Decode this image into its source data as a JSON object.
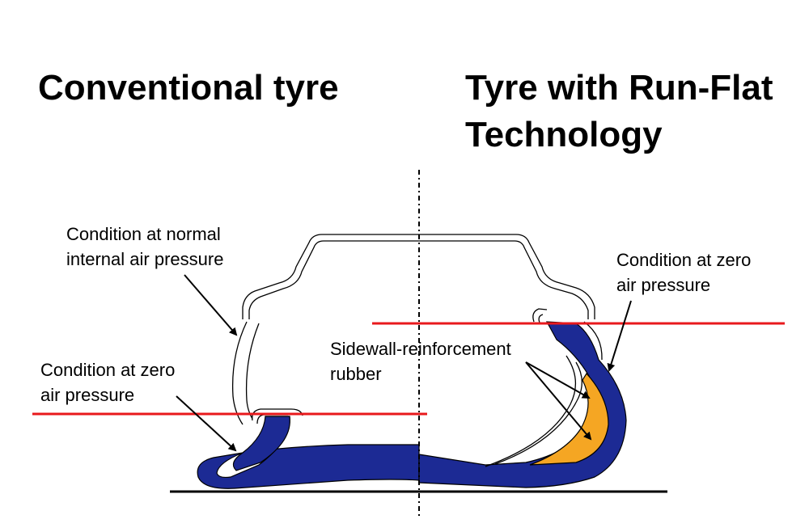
{
  "titles": {
    "left": "Conventional tyre",
    "right_line1": "Tyre with Run-Flat",
    "right_line2": "Technology"
  },
  "labels": {
    "normal_pressure_line1": "Condition at normal",
    "normal_pressure_line2": "internal air pressure",
    "zero_left_line1": "Condition at zero",
    "zero_left_line2": "air pressure",
    "zero_right_line1": "Condition at zero",
    "zero_right_line2": "air pressure",
    "reinforcement_line1": "Sidewall-reinforcement",
    "reinforcement_line2": "rubber"
  },
  "colors": {
    "tyre_blue": "#1c2a94",
    "reinforcement_orange": "#f5a623",
    "pressure_line_red": "#e8191c",
    "outline_black": "#000000"
  }
}
